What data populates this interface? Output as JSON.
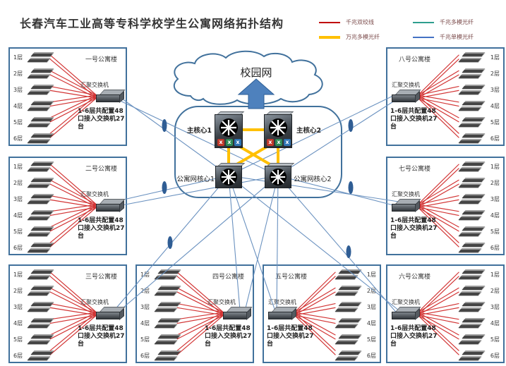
{
  "title": "长春汽车工业高等专科学校学生公寓网络拓扑结构",
  "legend": {
    "items": [
      {
        "label": "千兆双绞线",
        "color": "#C00000",
        "thick": false
      },
      {
        "label": "千兆多模光纤",
        "color": "#2E9E8E",
        "thick": false
      },
      {
        "label": "万兆多模光纤",
        "color": "#FFC000",
        "thick": true
      },
      {
        "label": "千兆单模光纤",
        "color": "#4472C4",
        "thick": false
      }
    ]
  },
  "cloud": {
    "label": "校园网"
  },
  "core": {
    "main1": "主核心1",
    "main2": "主核心2",
    "apt1": "公寓网核心1",
    "apt2": "公寓网核心2"
  },
  "building_common": {
    "agg_label": "汇聚交换机",
    "config": "1-6层共配置48口接入交换机27台"
  },
  "floors": [
    "1层",
    "2层",
    "3层",
    "4层",
    "5层",
    "6层"
  ],
  "buildings": [
    {
      "name": "一号公寓楼",
      "side": "left"
    },
    {
      "name": "二号公寓楼",
      "side": "left"
    },
    {
      "name": "三号公寓楼",
      "side": "left"
    },
    {
      "name": "四号公寓楼",
      "side": "left"
    },
    {
      "name": "五号公寓楼",
      "side": "right"
    },
    {
      "name": "六号公寓楼",
      "side": "right"
    },
    {
      "name": "七号公寓楼",
      "side": "right"
    },
    {
      "name": "八号公寓楼",
      "side": "right"
    }
  ],
  "colors": {
    "copper_line": "#D23434",
    "fiber_line": "#6B92C0",
    "tengig_line": "#FFC000",
    "box_border": "#41719C",
    "node_marker": "#2F5D94"
  }
}
